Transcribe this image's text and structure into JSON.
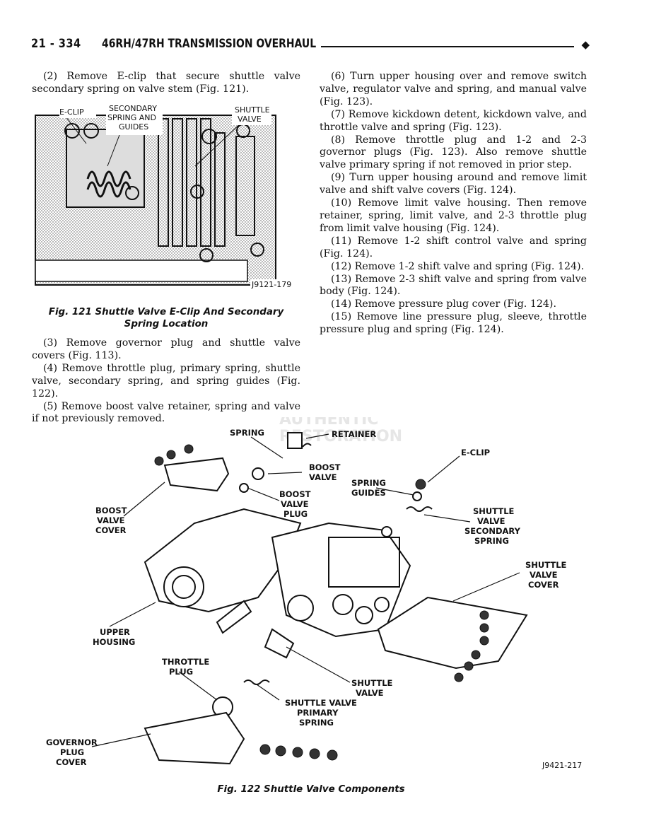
{
  "header": {
    "page_number": "21 - 334",
    "title": "46RH/47RH TRANSMISSION OVERHAUL",
    "marker": "◆"
  },
  "left_column": {
    "para_2": "(2) Remove E-clip that secure shuttle valve secondary spring on valve stem (Fig. 121)."
  },
  "fig121": {
    "labels": {
      "eclip": "E-CLIP",
      "secondary_1": "SECONDARY",
      "secondary_2": "SPRING AND",
      "secondary_3": "GUIDES",
      "shuttle_1": "SHUTTLE",
      "shuttle_2": "VALVE",
      "code": "J9121-179"
    },
    "caption": "Fig. 121 Shuttle Valve E-Clip And Secondary Spring Location"
  },
  "left_lower": {
    "para_3": "(3) Remove governor plug and shuttle valve covers (Fig. 113).",
    "para_4": "(4) Remove throttle plug, primary spring, shuttle valve, secondary spring, and spring guides (Fig. 122).",
    "para_5": "(5) Remove boost valve retainer, spring and valve if not previously removed."
  },
  "right_column": {
    "para_6": "(6) Turn upper housing over and remove switch valve, regulator valve and spring, and manual valve (Fig. 123).",
    "para_7": "(7) Remove kickdown detent, kickdown valve, and throttle valve and spring (Fig. 123).",
    "para_8": "(8) Remove throttle plug and 1-2 and 2-3 governor plugs (Fig. 123). Also remove shuttle valve primary spring if not removed in prior step.",
    "para_9": "(9) Turn upper housing around and remove limit valve and shift valve covers (Fig. 124).",
    "para_10": "(10) Remove limit valve housing. Then remove retainer, spring, limit valve, and 2-3 throttle plug from limit valve housing (Fig. 124).",
    "para_11": "(11) Remove 1-2 shift control valve and spring (Fig. 124).",
    "para_12": "(12) Remove 1-2 shift valve and spring (Fig. 124).",
    "para_13": "(13) Remove 2-3 shift valve and spring from valve body (Fig. 124).",
    "para_14": "(14) Remove pressure plug cover (Fig. 124).",
    "para_15": "(15) Remove line pressure plug, sleeve, throttle pressure plug and spring (Fig. 124)."
  },
  "fig122": {
    "labels": {
      "spring": "SPRING",
      "retainer": "RETAINER",
      "eclip": "E-CLIP",
      "boost_valve_1": "BOOST",
      "boost_valve_2": "VALVE",
      "spring_guides_1": "SPRING",
      "spring_guides_2": "GUIDES",
      "boost_plug_1": "BOOST",
      "boost_plug_2": "VALVE",
      "boost_plug_3": "PLUG",
      "boost_cover_1": "BOOST",
      "boost_cover_2": "VALVE",
      "boost_cover_3": "COVER",
      "shuttle_sec_1": "SHUTTLE",
      "shuttle_sec_2": "VALVE",
      "shuttle_sec_3": "SECONDARY",
      "shuttle_sec_4": "SPRING",
      "shuttle_cover_1": "SHUTTLE",
      "shuttle_cover_2": "VALVE",
      "shuttle_cover_3": "COVER",
      "upper_housing_1": "UPPER",
      "upper_housing_2": "HOUSING",
      "throttle_plug_1": "THROTTLE",
      "throttle_plug_2": "PLUG",
      "shuttle_valve_1": "SHUTTLE",
      "shuttle_valve_2": "VALVE",
      "primary_1": "SHUTTLE VALVE",
      "primary_2": "PRIMARY",
      "primary_3": "SPRING",
      "gov_cover_1": "GOVERNOR",
      "gov_cover_2": "PLUG",
      "gov_cover_3": "COVER",
      "code": "J9421-217"
    },
    "caption": "Fig. 122 Shuttle Valve Components"
  },
  "watermark": {
    "line1": "AUTHENTIC",
    "line2": "RESTORATION"
  }
}
